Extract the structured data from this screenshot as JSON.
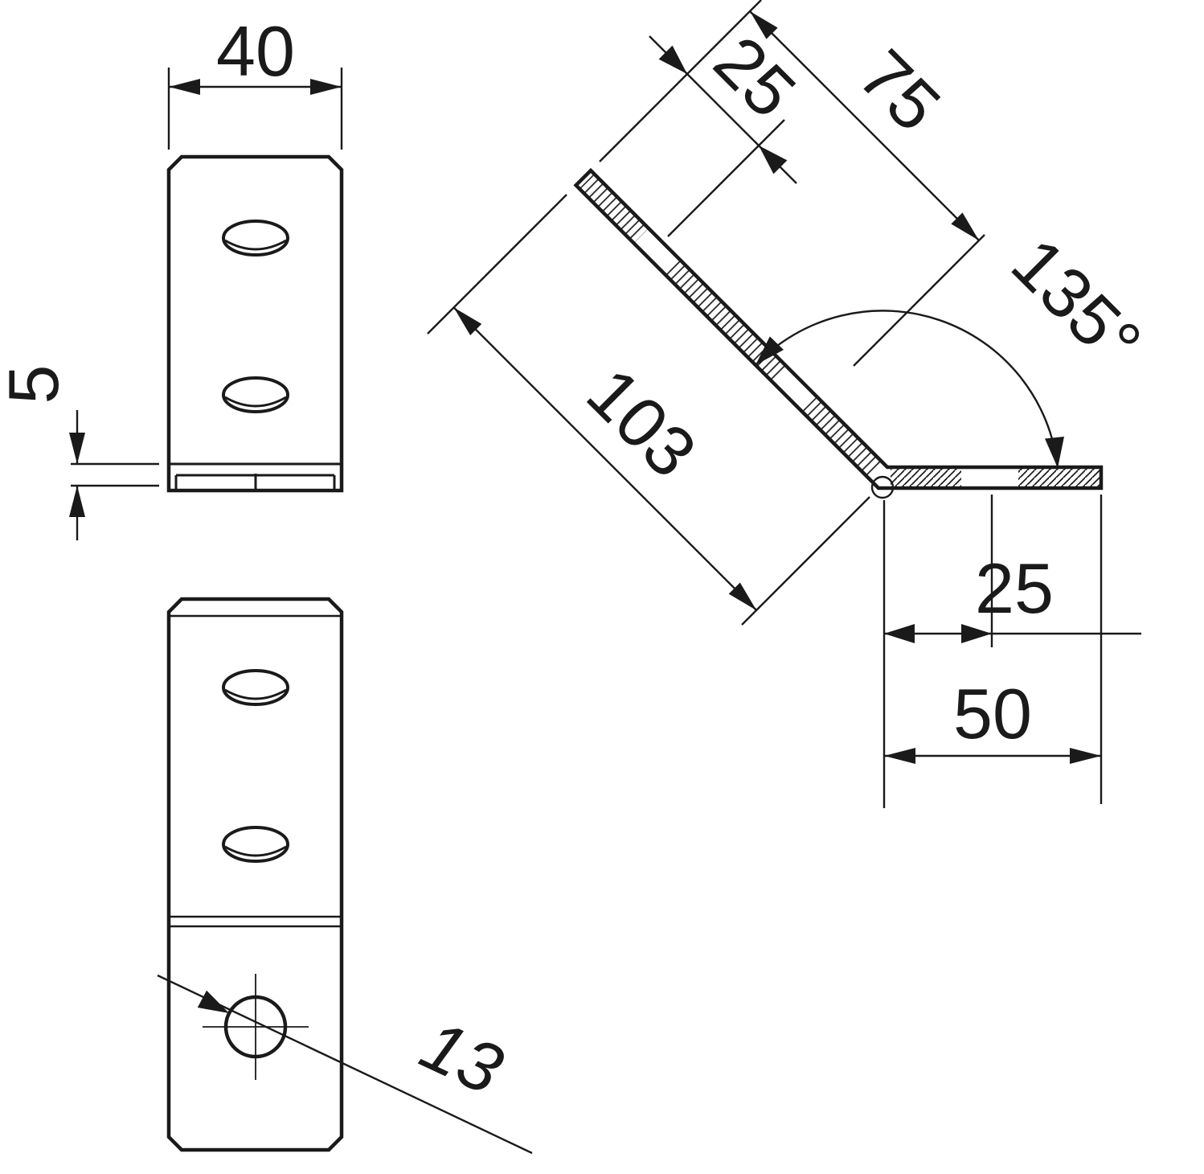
{
  "title": "135-degree angle bracket technical drawing",
  "labels": {
    "width": "40",
    "thickness": "5",
    "slot_offset": "25",
    "leg_length": "75",
    "angle": "135°",
    "flat_length": "103",
    "hole_offset": "25",
    "base_length": "50",
    "hole_diameter": "13"
  },
  "colors": {
    "line": "#1a1a1a",
    "background": "#ffffff"
  }
}
